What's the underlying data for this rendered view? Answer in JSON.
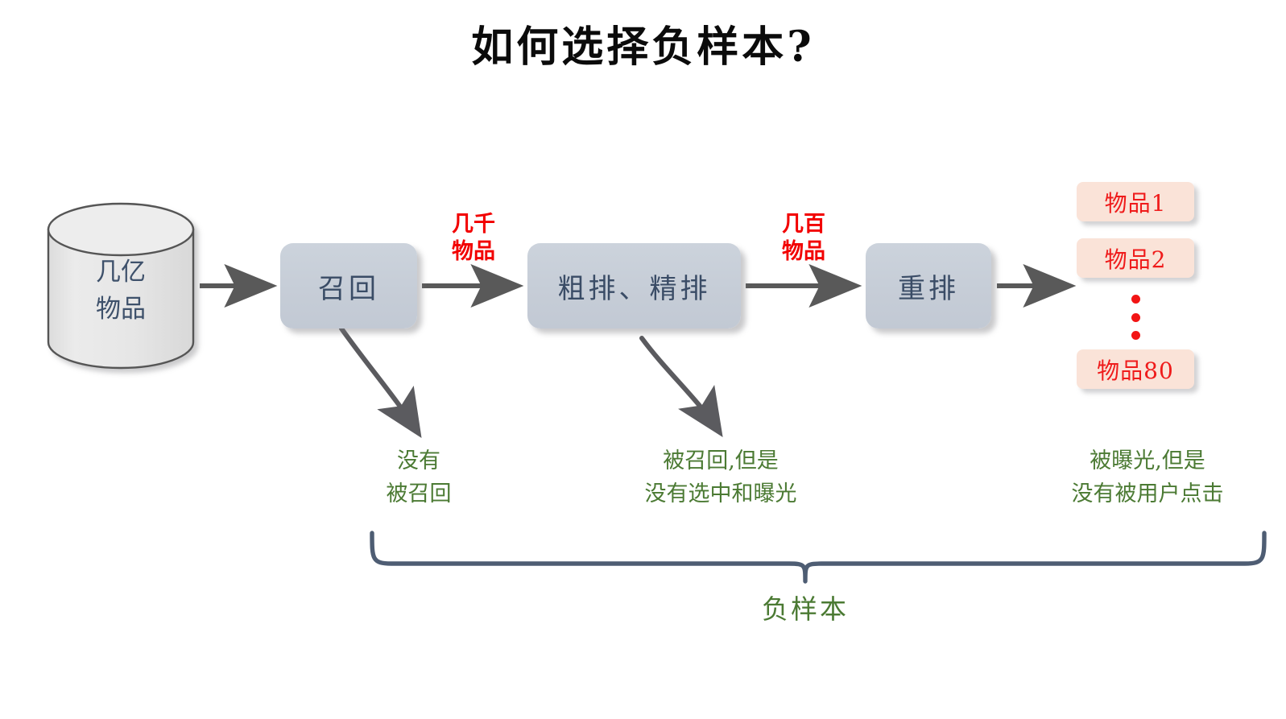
{
  "title": "如何选择负样本?",
  "source": {
    "icon": "database-cylinder-icon",
    "label": "几亿\n物品"
  },
  "stages": [
    {
      "id": "recall",
      "label": "召回"
    },
    {
      "id": "rank",
      "label": "粗排、精排"
    },
    {
      "id": "rerank",
      "label": "重排"
    }
  ],
  "flow_counts": [
    {
      "id": "after-recall",
      "label": "几千\n物品"
    },
    {
      "id": "after-rank",
      "label": "几百\n物品"
    }
  ],
  "results": [
    {
      "id": "item-1",
      "label": "物品1"
    },
    {
      "id": "item-2",
      "label": "物品2"
    },
    {
      "id": "item-80",
      "label": "物品80"
    }
  ],
  "notes": [
    {
      "id": "not-recalled",
      "label": "没有\n被召回"
    },
    {
      "id": "recalled-not-shown",
      "label": "被召回,但是\n没有选中和曝光"
    },
    {
      "id": "shown-not-clicked",
      "label": "被曝光,但是\n没有被用户点击"
    }
  ],
  "brace": {
    "label": "负样本"
  },
  "colors": {
    "title_text": "#0b0b0b",
    "box_fill": "#c6cdd7",
    "box_text": "#3a4c66",
    "cylinder_fill": "#e6e6e6",
    "cylinder_stroke": "#555555",
    "arrow": "#595959",
    "count_red": "#f20000",
    "chip_fill": "#fae3d8",
    "chip_text": "#ef1b1b",
    "note_green": "#4b7a33",
    "brace_stroke": "#4e5d73"
  }
}
